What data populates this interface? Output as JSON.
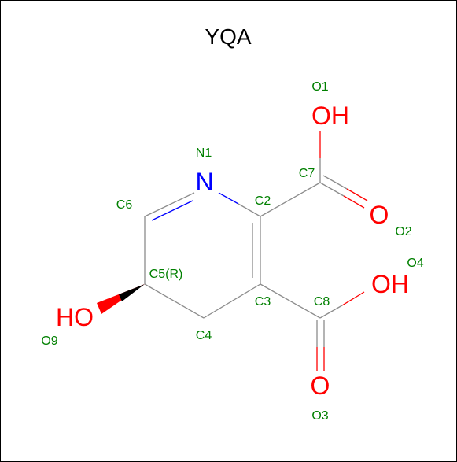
{
  "title": "YQA",
  "colors": {
    "carbon_bond": "#8c8c8c",
    "oxygen": "#ff0000",
    "nitrogen": "#0000ff",
    "label_green": "#008000",
    "title": "#000000"
  },
  "atoms": {
    "N1": {
      "symbol": "N",
      "name": "N1"
    },
    "C2": {
      "name": "C2"
    },
    "C3": {
      "name": "C3"
    },
    "C4": {
      "name": "C4"
    },
    "C5": {
      "name": "C5(R)"
    },
    "C6": {
      "name": "C6"
    },
    "C7": {
      "name": "C7"
    },
    "C8": {
      "name": "C8"
    },
    "O1": {
      "symbol": "OH",
      "name": "O1"
    },
    "O2": {
      "symbol": "O",
      "name": "O2"
    },
    "O3": {
      "symbol": "O",
      "name": "O3"
    },
    "O4": {
      "symbol": "OH",
      "name": "O4"
    },
    "O9": {
      "symbol": "HO",
      "name": "O9"
    }
  }
}
